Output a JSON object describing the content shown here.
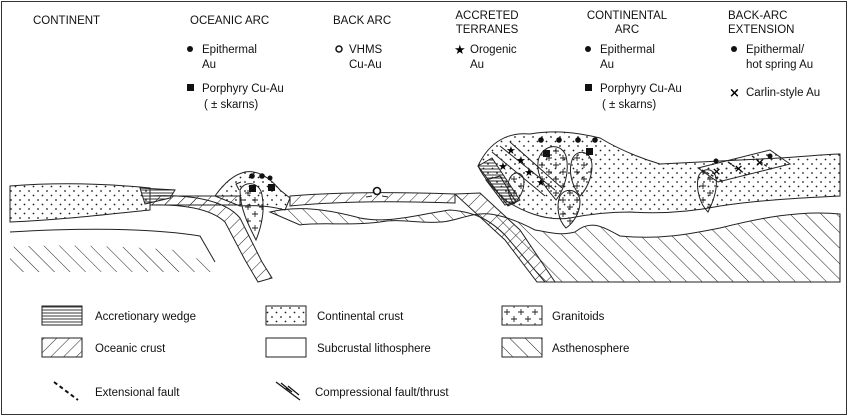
{
  "settings": {
    "continent": "CONTINENT",
    "oceanic_arc": "OCEANIC ARC",
    "back_arc": "BACK ARC",
    "accreted_terranes": [
      "ACCRETED",
      "TERRANES"
    ],
    "continental_arc": [
      "CONTINENTAL",
      "ARC"
    ],
    "back_arc_extension": [
      "BACK-ARC",
      "EXTENSION"
    ]
  },
  "deposits": {
    "oceanic_arc": [
      {
        "symbol": "filled-circle-icon",
        "lines": [
          "Epithermal",
          "Au"
        ]
      },
      {
        "symbol": "filled-square-icon",
        "lines": [
          "Porphyry Cu-Au",
          "( ± skarns)"
        ]
      }
    ],
    "back_arc": [
      {
        "symbol": "open-circle-icon",
        "lines": [
          "VHMS",
          "Cu-Au"
        ]
      }
    ],
    "accreted_terranes": [
      {
        "symbol": "star-icon",
        "lines": [
          "Orogenic",
          "Au"
        ]
      }
    ],
    "continental_arc": [
      {
        "symbol": "filled-circle-icon",
        "lines": [
          "Epithermal",
          "Au"
        ]
      },
      {
        "symbol": "filled-square-icon",
        "lines": [
          "Porphyry Cu-Au",
          "( ± skarns)"
        ]
      }
    ],
    "back_arc_extension": [
      {
        "symbol": "filled-circle-icon",
        "lines": [
          "Epithermal/",
          "hot spring Au"
        ]
      },
      {
        "symbol": "cross-icon",
        "lines": [
          "Carlin-style Au"
        ]
      }
    ]
  },
  "legend": {
    "accretionary_wedge": "Accretionary wedge",
    "oceanic_crust": "Oceanic crust",
    "continental_crust": "Continental crust",
    "subcrustal_lithosphere": "Subcrustal lithosphere",
    "granitoids": "Granitoids",
    "asthenosphere": "Asthenosphere",
    "extensional_fault": "Extensional fault",
    "compressional_fault": "Compressional fault/thrust"
  }
}
